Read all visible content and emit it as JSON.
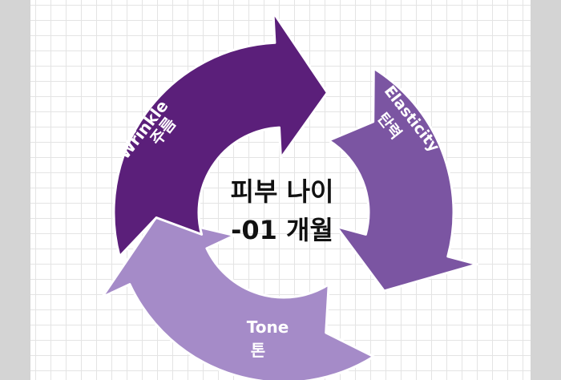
{
  "diagram": {
    "center": {
      "line1": "피부 나이",
      "line2": "-01 개월"
    },
    "segments": [
      {
        "name": "Elasticity",
        "korean": "탄력",
        "color": "#7b55a2"
      },
      {
        "name": "Tone",
        "korean": "톤",
        "color": "#a58bc8"
      },
      {
        "name": "Wrinkle",
        "korean": "주름",
        "color": "#5b1f7a"
      }
    ]
  }
}
